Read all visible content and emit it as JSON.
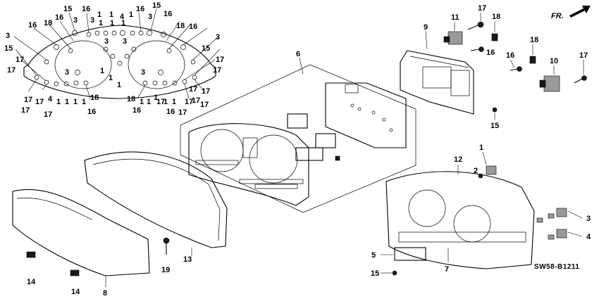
{
  "direction_label": "FR.",
  "diagram_code": "SW58-B1211",
  "callouts": {
    "c1": "1",
    "c2": "2",
    "c3": "3",
    "c4": "4",
    "c5": "5",
    "c6": "6",
    "c7": "7",
    "c8": "8",
    "c9": "9",
    "c10": "10",
    "c11": "11",
    "c12": "12",
    "c13": "13",
    "c14a": "14",
    "c14b": "14",
    "c15a": "15",
    "c15b": "15",
    "c16": "16",
    "c17": "17",
    "c18": "18",
    "c19": "19"
  },
  "bulb_map": {
    "labels": [
      "15",
      "16",
      "1",
      "1",
      "4",
      "1",
      "16",
      "15",
      "16",
      "3",
      "3",
      "1",
      "1",
      "1",
      "3",
      "16",
      "18",
      "18",
      "3",
      "3",
      "3",
      "16",
      "16",
      "3",
      "15",
      "15",
      "17",
      "17",
      "17",
      "17",
      "17",
      "17",
      "17",
      "17",
      "3",
      "3",
      "1",
      "1",
      "1",
      "17",
      "4",
      "1",
      "1",
      "1",
      "1",
      "18",
      "16",
      "17",
      "17",
      "17",
      "18",
      "16",
      "1",
      "1",
      "1",
      "1",
      "1",
      "17",
      "17",
      "16",
      "17"
    ]
  },
  "right_side": {
    "bulb_11": "11",
    "screw_17a": "17",
    "screw_18a": "18",
    "screw_16a": "16",
    "screw_18b": "18",
    "screw_16b": "16",
    "socket_10": "10",
    "screw_17b": "17"
  }
}
